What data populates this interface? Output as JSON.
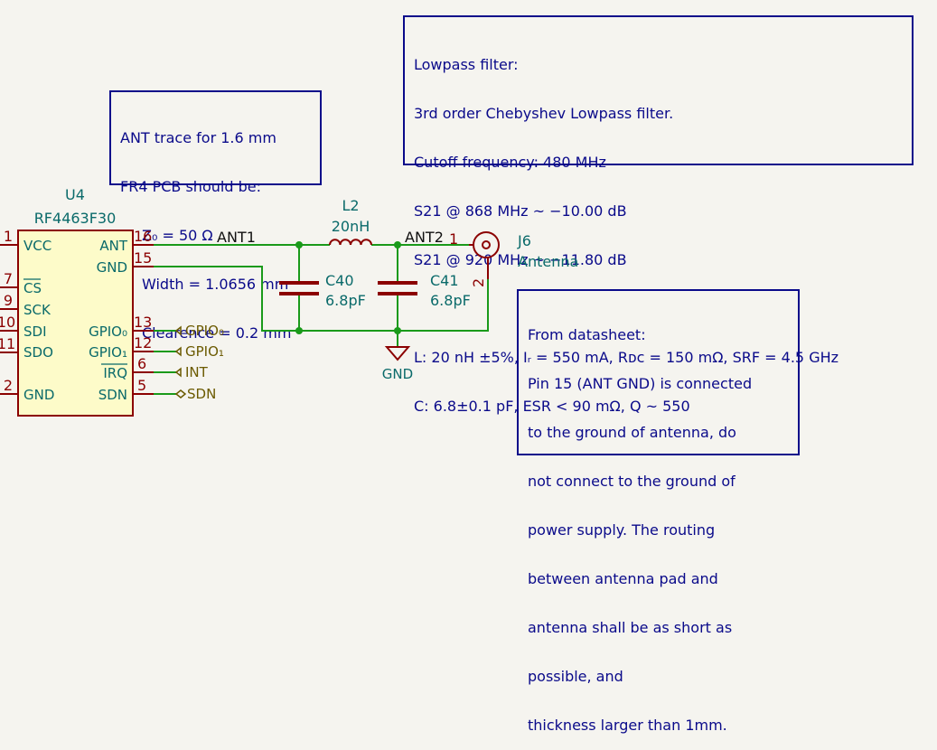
{
  "notes": {
    "trace": {
      "lines": [
        "ANT trace for 1.6 mm",
        "FR4 PCB should be:"
      ],
      "z0": "Z₀ = 50 Ω",
      "width": "Width = 1.0656 mm",
      "clearance": "Clearence = 0.2 mm"
    },
    "filter": {
      "lines": [
        "Lowpass filter:",
        "3rd order Chebyshev Lowpass filter.",
        "Cutoff frequency: 480 MHz",
        "S21 @ 868 MHz ~ −10.00 dB",
        "S21 @ 920 MHz ~ −11.80 dB"
      ],
      "spec_l": "L: 20 nH ±5%, Iᵣ = 550 mA, Rᴅᴄ = 150 mΩ, SRF = 4.5 GHz",
      "spec_c": "C: 6.8±0.1 pF, ESR < 90 mΩ, Q ~ 550"
    },
    "datasheet": {
      "lines": [
        "From datasheet:",
        "Pin 15 (ANT GND) is connected",
        "to the ground of antenna, do",
        "not connect to the ground of",
        "power supply. The routing",
        "between antenna pad and",
        "antenna shall be as short as",
        "possible, and",
        "thickness larger than 1mm."
      ]
    }
  },
  "u4": {
    "ref": "U4",
    "value": "RF4463F30",
    "left_pins": [
      {
        "num": "1",
        "name": "VCC"
      },
      {
        "num": "7",
        "name": "CS"
      },
      {
        "num": "9",
        "name": "SCK"
      },
      {
        "num": "10",
        "name": "SDI"
      },
      {
        "num": "11",
        "name": "SDO"
      },
      {
        "num": "2",
        "name": "GND"
      }
    ],
    "right_pins": [
      {
        "num": "16",
        "name": "ANT"
      },
      {
        "num": "15",
        "name": "GND"
      },
      {
        "num": "13",
        "name": "GPIO₀"
      },
      {
        "num": "12",
        "name": "GPIO₁"
      },
      {
        "num": "6",
        "name": "IRQ"
      },
      {
        "num": "5",
        "name": "SDN"
      }
    ]
  },
  "l2": {
    "ref": "L2",
    "value": "20nH"
  },
  "c40": {
    "ref": "C40",
    "value": "6.8pF"
  },
  "c41": {
    "ref": "C41",
    "value": "6.8pF"
  },
  "j6": {
    "ref": "J6",
    "value": "Antenna",
    "pin1": "1",
    "pin2": "2"
  },
  "nets": {
    "ant1": "ANT1",
    "ant2": "ANT2",
    "gnd": "GND"
  },
  "global_labels": {
    "gpio0": "GPIO₀",
    "gpio1": "GPIO₁",
    "int": "INT",
    "sdn": "SDN"
  },
  "colors": {
    "wire": "#1a9a1a",
    "body_fill": "#fdfbc9",
    "body_stroke": "#8b0000",
    "cap": "#8b0000",
    "note": "#0a0a8a"
  }
}
